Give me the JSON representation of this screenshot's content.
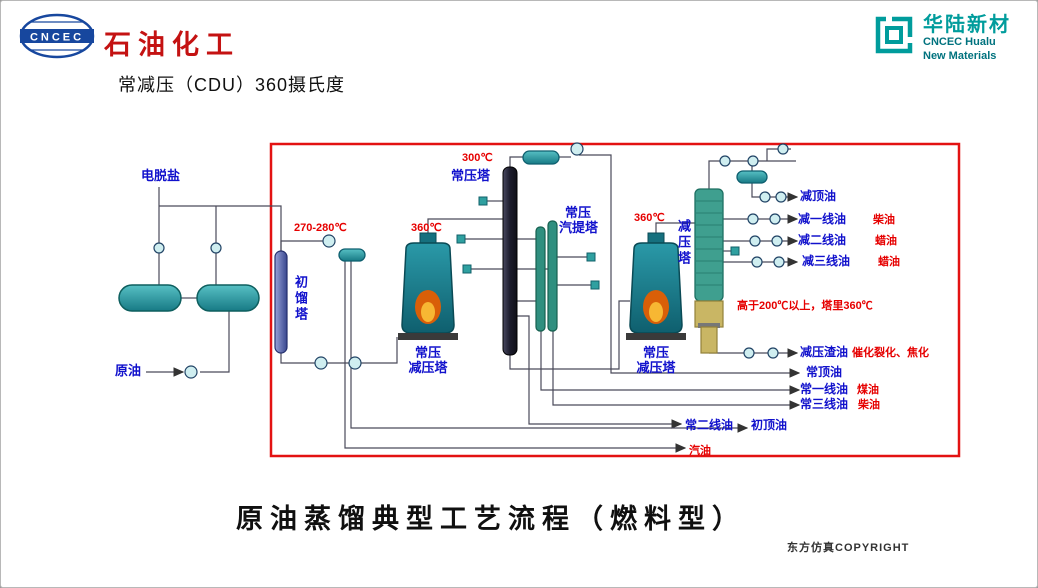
{
  "header": {
    "cncec": "CNCEC",
    "brand_left": "石油化工",
    "hualu_name": "华陆新材",
    "hualu_sub1": "CNCEC Hualu",
    "hualu_sub2": "New Materials"
  },
  "title": "常减压（CDU）360摄氏度",
  "diagram": {
    "equipment": {
      "desalter": "电脱盐",
      "crude": "原油",
      "initial_tower": "初馏塔",
      "atm_tower": "常压塔",
      "stripper_l1": "常压",
      "stripper_l2": "汽提塔",
      "furnace_l1": "常压",
      "furnace_l2": "减压塔",
      "vacuum_tower": "减压塔"
    },
    "temps": {
      "t270": "270-280℃",
      "t360_left": "360℃",
      "t300": "300℃",
      "t360_right": "360℃",
      "note": "高于200℃以上，塔里360℃"
    },
    "products": {
      "jian_ding": "减顶油",
      "jian_yi": "减一线油",
      "jian_yi_type": "柴油",
      "jian_er": "减二线油",
      "jian_er_type": "蜡油",
      "jian_san": "减三线油",
      "jian_san_type": "蜡油",
      "jian_zha": "减压渣油",
      "jian_zha_type": "催化裂化、焦化",
      "chang_ding": "常顶油",
      "chang_yi": "常一线油",
      "chang_yi_type": "煤油",
      "chang_san": "常三线油",
      "chang_san_type": "柴油",
      "chang_er": "常二线油",
      "chu_ding": "初顶油",
      "qi_you": "汽油"
    },
    "caption": "原油蒸馏典型工艺流程（燃料型）",
    "copyright": "东方仿真COPYRIGHT"
  },
  "colors": {
    "label_blue": "#1111cc",
    "label_red": "#e60000",
    "frame_red": "#e31212",
    "brand_red": "#c41212",
    "brand_teal": "#009c9c",
    "vessel_teal": "#2e9aa5"
  }
}
